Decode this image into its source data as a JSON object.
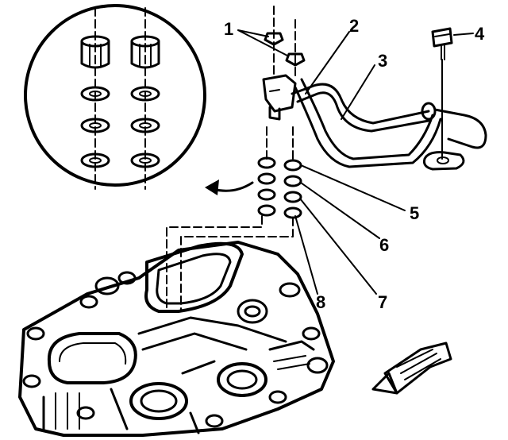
{
  "callouts": {
    "c1": "1",
    "c2": "2",
    "c3": "3",
    "c4": "4",
    "c5": "5",
    "c6": "6",
    "c7": "7",
    "c8": "8"
  },
  "icons": {
    "detail_view": "magnified-detail-circle",
    "arrow": "curved-arrow-left-icon",
    "front": "front-direction-arrow-icon"
  },
  "colors": {
    "ink": "#000000",
    "paper": "#ffffff"
  }
}
